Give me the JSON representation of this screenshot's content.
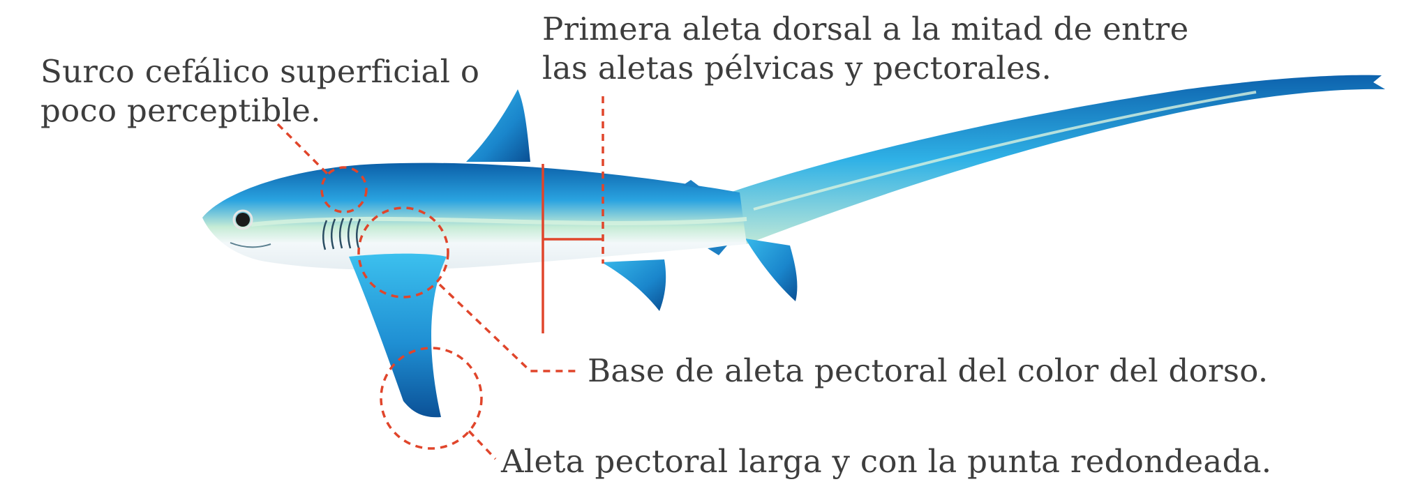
{
  "annotations": {
    "cephalic_groove": {
      "line1": "Surco cefálico superficial o",
      "line2": "poco perceptible."
    },
    "first_dorsal": {
      "line1": "Primera aleta dorsal a la mitad de entre",
      "line2": "las aletas pélvicas y pectorales."
    },
    "pectoral_base": {
      "text": "Base de aleta pectoral del color del dorso."
    },
    "pectoral_tip": {
      "text": "Aleta pectoral larga y con la punta redondeada."
    }
  },
  "colors": {
    "annotation_line": "#e0452b",
    "text": "#3d3d3d",
    "shark_dark": "#0b5fa8",
    "shark_mid": "#2fa9e0",
    "shark_light": "#bfe8d8",
    "belly": "#f2f6f8"
  }
}
